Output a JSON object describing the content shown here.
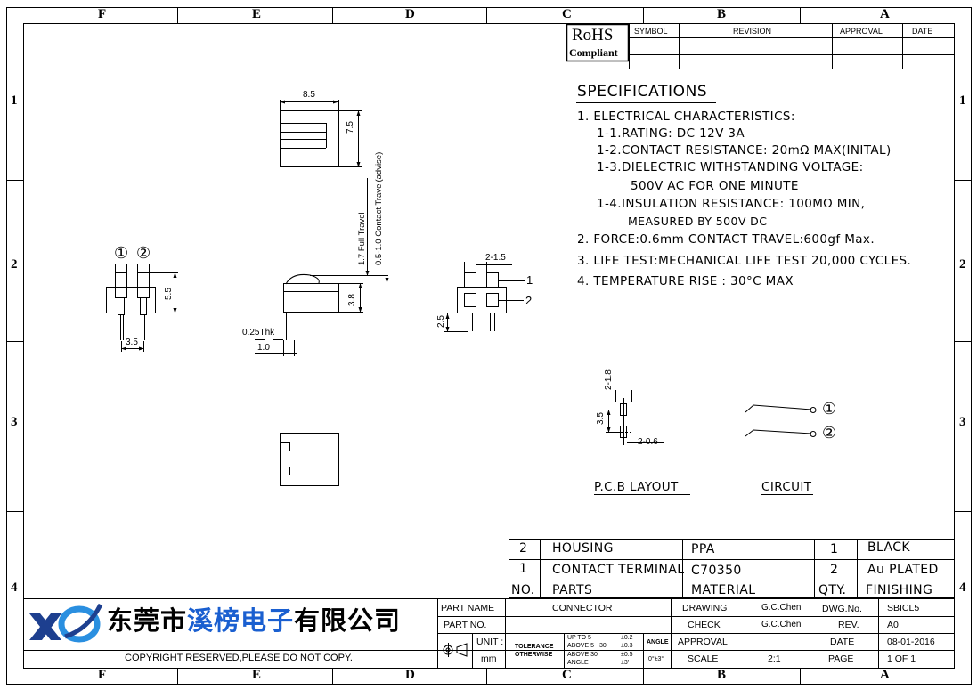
{
  "frame": {
    "columns": [
      "F",
      "E",
      "D",
      "C",
      "B",
      "A"
    ],
    "rows": [
      "1",
      "2",
      "3",
      "4"
    ]
  },
  "rohs": {
    "line1": "RoHS",
    "line2": "Compliant"
  },
  "revision_table": {
    "symbol": "SYMBOL",
    "revision": "REVISION",
    "approval": "APPROVAL",
    "date": "DATE"
  },
  "specifications": {
    "title": "SPECIFICATIONS",
    "lines": [
      "1. ELECTRICAL CHARACTERISTICS:",
      "1-1.RATING: DC 12V 3A",
      "1-2.CONTACT RESISTANCE: 20mΩ MAX(INITAL)",
      "1-3.DIELECTRIC WITHSTANDING VOLTAGE:",
      "500V AC FOR ONE MINUTE",
      "1-4.INSULATION RESISTANCE: 100MΩ MIN,",
      "MEASURED BY 500V DC",
      "2. FORCE:0.6mm CONTACT TRAVEL:600gf Max.",
      "3. LIFE TEST:MECHANICAL LIFE TEST 20,000 CYCLES.",
      "4. TEMPERATURE RISE : 30°C MAX"
    ]
  },
  "dimensions": {
    "top_width": "8.5",
    "top_height": "7.5",
    "full_travel": "1.7 Full Travel",
    "contact_travel": "0.5-1.0 Contact Travel(advise)",
    "side_height": "3.8",
    "thickness": "0.25Thk",
    "pin_len": "1.0",
    "front_height": "5.5",
    "front_pitch": "3.5",
    "end_pins": "2-1.5",
    "end_height": "2.5",
    "pcb_hole_top": "2-1.8",
    "pcb_pitch": "3.5",
    "pcb_hole_bottom": "2-0.6",
    "pin1": "①",
    "pin2": "②",
    "callout1": "1",
    "callout2": "2"
  },
  "labels": {
    "pcb_layout": "P.C.B LAYOUT",
    "circuit": "CIRCUIT"
  },
  "bom": {
    "rows": [
      {
        "no": "2",
        "part": "HOUSING",
        "material": "PPA",
        "qty": "1",
        "finishing": "BLACK"
      },
      {
        "no": "1",
        "part": "CONTACT TERMINAL",
        "material": "C70350",
        "qty": "2",
        "finishing": "Au PLATED"
      }
    ],
    "header": {
      "no": "NO.",
      "part": "PARTS",
      "material": "MATERIAL",
      "qty": "QTY.",
      "finishing": "FINISHING"
    }
  },
  "company": {
    "name_prefix": "东莞市",
    "name_highlight": "溪榜电子",
    "name_suffix": "有限公司",
    "copyright": "COPYRIGHT RESERVED,PLEASE DO NOT COPY.",
    "highlight_color": "#1a5fd0",
    "logo_colors": [
      "#1d3f8f",
      "#2a8fe0"
    ]
  },
  "title_block": {
    "part_name_label": "PART NAME",
    "part_name": "CONNECTOR",
    "part_no_label": "PART NO.",
    "part_no": "",
    "unit_label": "UNIT :",
    "unit": "mm",
    "tolerance_label": "TOLERANCE",
    "otherwise_label": "OTHERWISE",
    "tol_rows": [
      {
        "range": "UP TO 5",
        "val": "±0.2"
      },
      {
        "range": "ABOVE 5 ~30",
        "val": "±0.3"
      },
      {
        "range": "ABOVE 30",
        "val": "±0.5"
      },
      {
        "range": "ANGLE",
        "val": "±3'"
      }
    ],
    "angle_label": "ANGLE",
    "angle_val": "0°±3°",
    "drawing_label": "DRAWING",
    "drawing_by": "G.C.Chen",
    "check_label": "CHECK",
    "check_by": "G.C.Chen",
    "approval_label": "APPROVAL",
    "approval_by": "",
    "scale_label": "SCALE",
    "scale": "2:1",
    "dwg_no_label": "DWG.No.",
    "dwg_no": "SBICL5",
    "rev_label": "REV.",
    "rev": "A0",
    "date_label": "DATE",
    "date": "08-01-2016",
    "page_label": "PAGE",
    "page": "1 OF 1"
  }
}
